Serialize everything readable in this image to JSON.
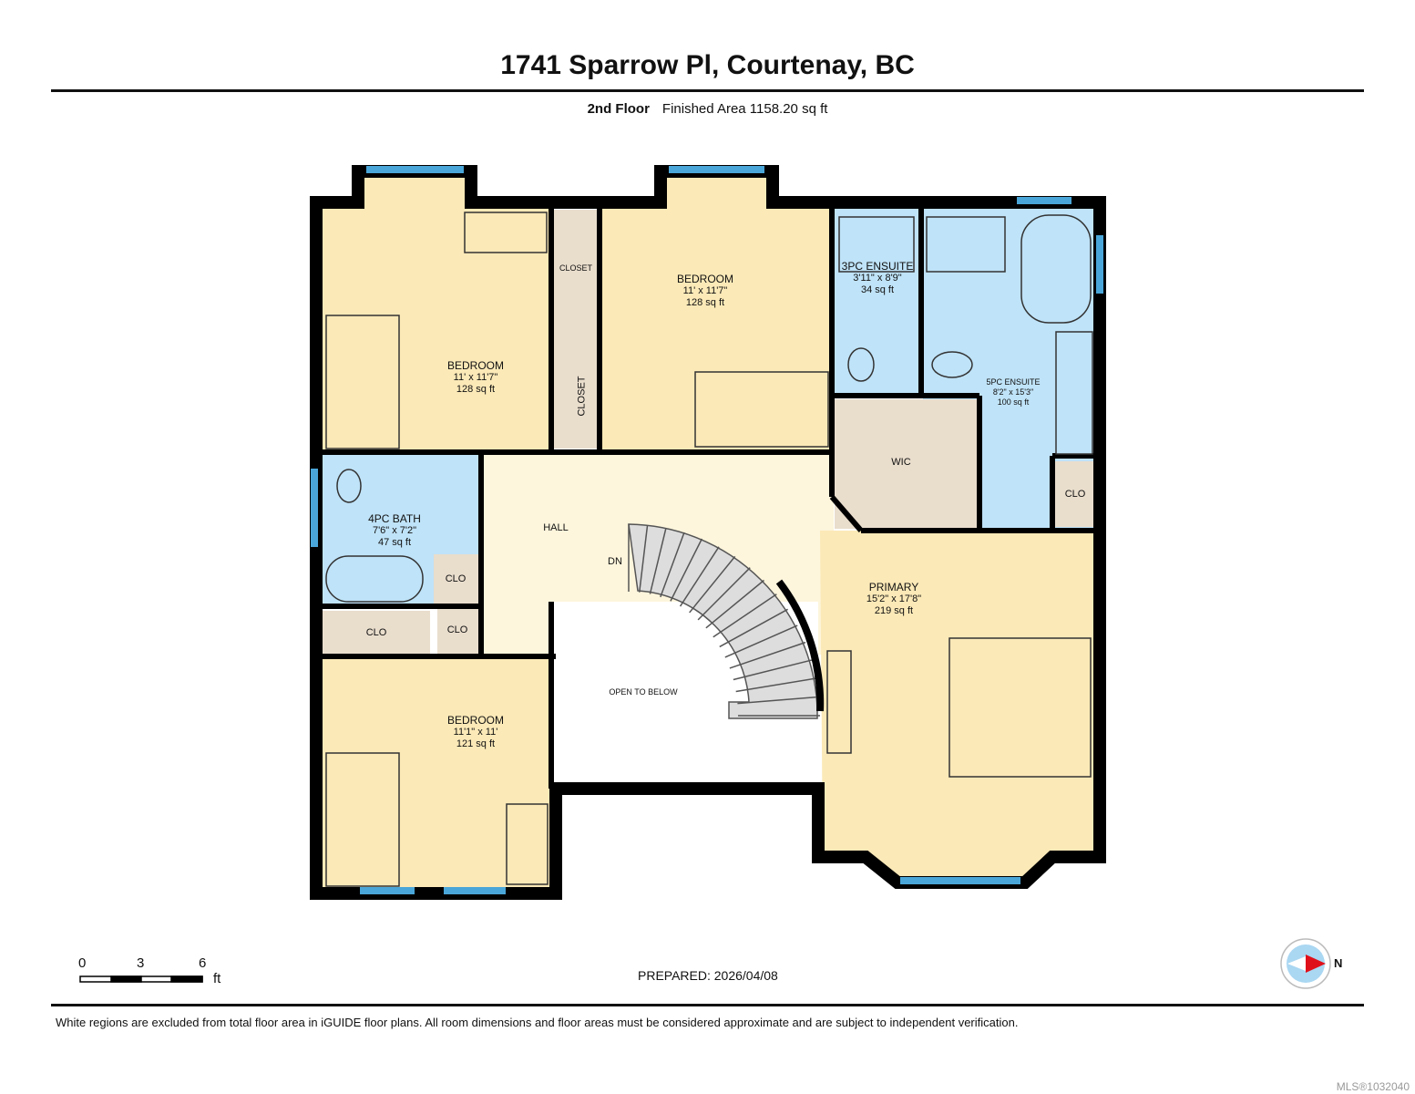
{
  "header": {
    "title": "1741 Sparrow Pl, Courtenay, BC",
    "floor": "2nd Floor",
    "finished_area": "Finished Area 1158.20 sq ft"
  },
  "rooms": [
    {
      "name": "BEDROOM",
      "dims": "11' x 11'7\"",
      "area": "128 sq ft"
    },
    {
      "name": "BEDROOM",
      "dims": "11' x 11'7\"",
      "area": "128 sq ft"
    },
    {
      "name": "3PC ENSUITE",
      "dims": "3'11\" x 8'9\"",
      "area": "34 sq ft"
    },
    {
      "name": "5PC ENSUITE",
      "dims": "8'2\" x 15'3\"",
      "area": "100 sq ft"
    },
    {
      "name": "4PC BATH",
      "dims": "7'6\" x 7'2\"",
      "area": "47 sq ft"
    },
    {
      "name": "BEDROOM",
      "dims": "11'1\" x 11'",
      "area": "121 sq ft"
    },
    {
      "name": "PRIMARY",
      "dims": "15'2\" x 17'8\"",
      "area": "219 sq ft"
    }
  ],
  "labels": {
    "closet": "CLOSET",
    "wic": "WIC",
    "clo": "CLO",
    "hall": "HALL",
    "dn": "DN",
    "open": "OPEN TO BELOW"
  },
  "scale": {
    "ticks": [
      "0",
      "3",
      "6"
    ],
    "unit": "ft"
  },
  "compass": {
    "label": "N",
    "icon": "north-arrow-icon"
  },
  "footer": {
    "prepared": "PREPARED: 2026/04/08",
    "disclaimer": "White regions are excluded from total floor area in iGUIDE floor plans. All room dimensions and floor areas must be considered approximate and are subject to independent verification.",
    "mls": "MLS®1032040"
  },
  "colors": {
    "bedroom": "#fbe9b7",
    "bath": "#bfe3f8",
    "closet": "#e9ddcc",
    "hall": "#fdf5dc",
    "wall": "#000000",
    "window": "#4aa6d8"
  }
}
